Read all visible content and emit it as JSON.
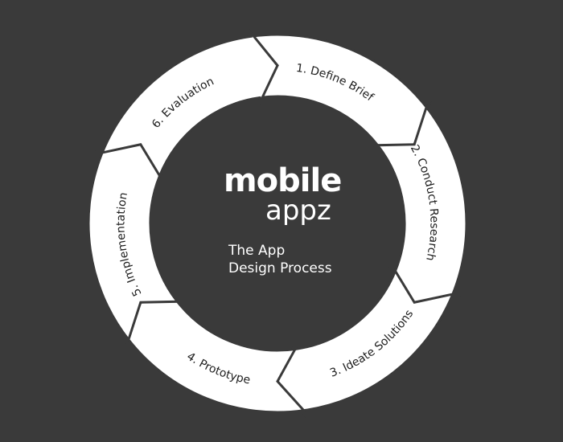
{
  "diagram": {
    "brand": {
      "main": "mobile",
      "sub": "appz"
    },
    "title_lines": [
      "The App",
      "Design Process"
    ],
    "steps": [
      "1. Define Brief",
      "2. Conduct Research",
      "3. Ideate Solutions",
      "4. Prototype",
      "5. Implementation",
      "6. Evaluation"
    ],
    "colors": {
      "background": "#3a3a3a",
      "ring": "#ffffff",
      "text": "#1e1e1e",
      "center_text": "#ffffff"
    }
  }
}
